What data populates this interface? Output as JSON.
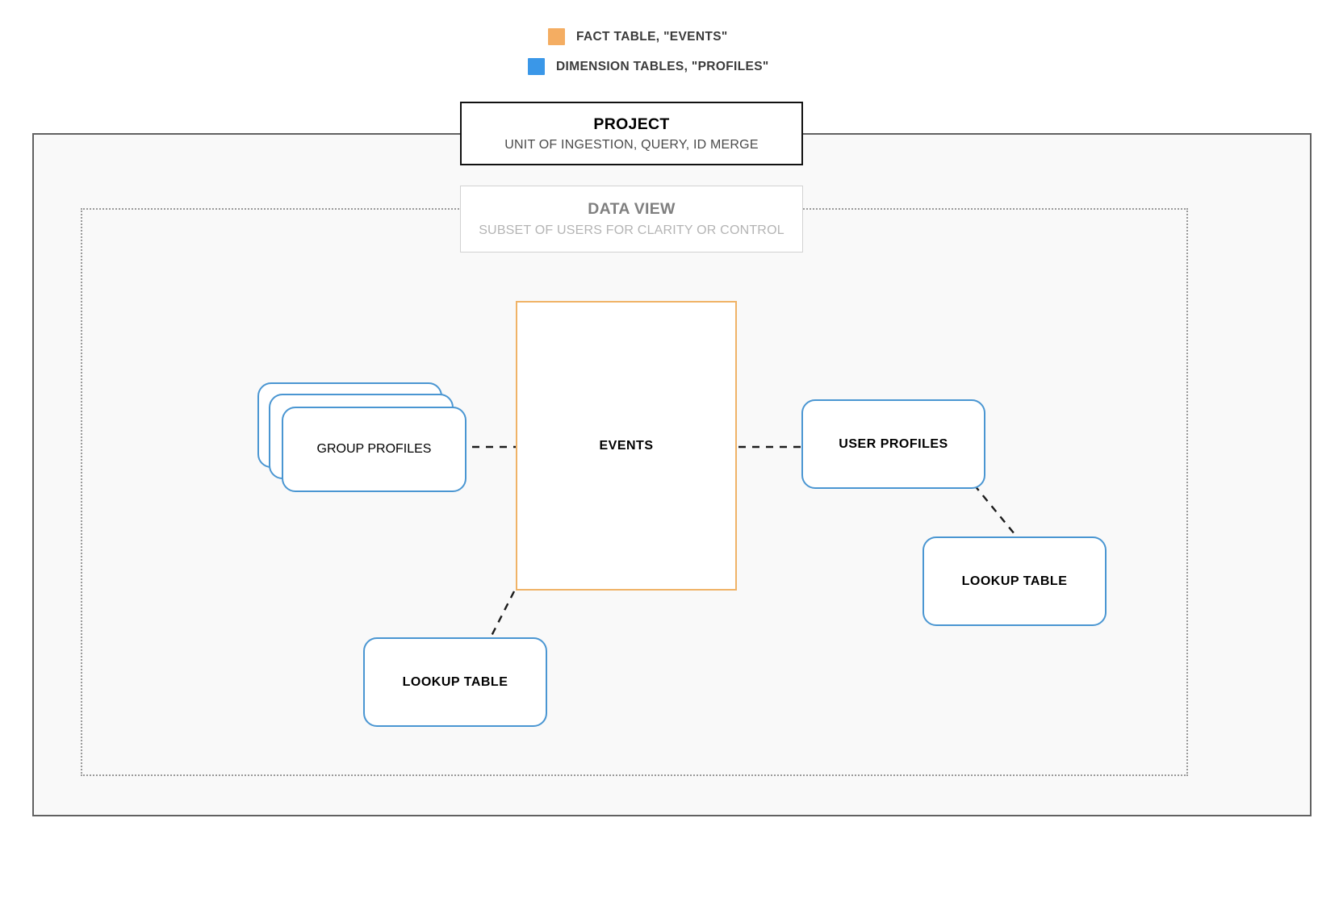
{
  "legend": {
    "items": [
      {
        "id": "fact",
        "swatch_color": "#f4ad62",
        "label": "FACT TABLE, \"EVENTS\""
      },
      {
        "id": "dimension",
        "swatch_color": "#3a97e8",
        "label": "DIMENSION TABLES, \"PROFILES\""
      }
    ]
  },
  "project": {
    "title": "PROJECT",
    "subtitle": "UNIT OF INGESTION, QUERY, ID MERGE",
    "border_color": "#111111"
  },
  "data_view": {
    "title": "DATA VIEW",
    "subtitle": "SUBSET OF USERS FOR CLARITY OR CONTROL",
    "border_color": "#d2d2d2"
  },
  "nodes": {
    "events": {
      "label": "EVENTS",
      "type": "fact-table",
      "border_color": "#f0b367"
    },
    "group_profiles": {
      "label": "GROUP PROFILES",
      "type": "dimension-table",
      "border_color": "#4a96d2",
      "stacked": true
    },
    "user_profiles": {
      "label": "USER PROFILES",
      "type": "dimension-table",
      "border_color": "#4a96d2"
    },
    "lookup_table_right": {
      "label": "LOOKUP TABLE",
      "type": "dimension-table",
      "border_color": "#4a96d2"
    },
    "lookup_table_bottom": {
      "label": "LOOKUP TABLE",
      "type": "dimension-table",
      "border_color": "#4a96d2"
    }
  },
  "connectors": [
    {
      "from": "group_profiles",
      "to": "events",
      "style": "dashed"
    },
    {
      "from": "events",
      "to": "user_profiles",
      "style": "dashed"
    },
    {
      "from": "user_profiles",
      "to": "lookup_table_right",
      "style": "dashed"
    },
    {
      "from": "events",
      "to": "lookup_table_bottom",
      "style": "dashed"
    }
  ],
  "canvas": {
    "background": "#ffffff",
    "container_fill": "#f9f9f9",
    "container_border": "#616161",
    "dataview_region_border": "#9a9a9a"
  }
}
